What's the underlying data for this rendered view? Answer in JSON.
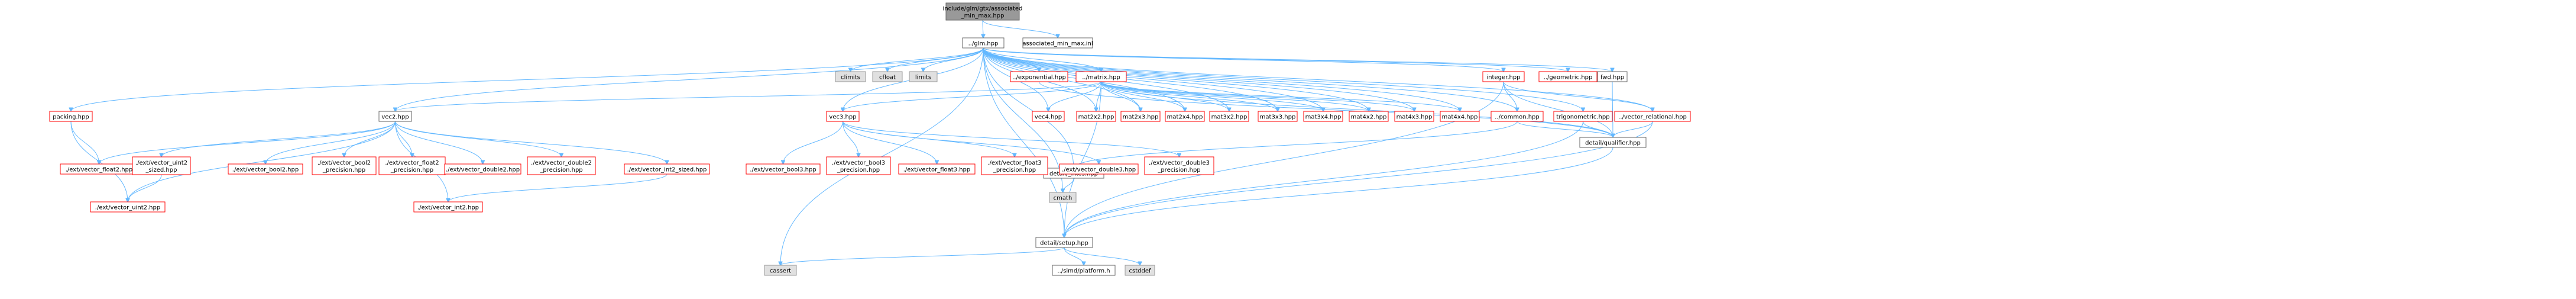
{
  "graph": {
    "title": "include/glm/gtx/associated_min_max.hpp",
    "colors": {
      "edge": "#63b8ff",
      "root_fill": "#999999",
      "normal_border": "#666666",
      "missing_border": "#ff0000",
      "external_fill": "#e0e0e0"
    },
    "nodes": [
      {
        "id": "root",
        "lines": [
          "include/glm/gtx/associated",
          "_min_max.hpp"
        ],
        "kind": "root"
      },
      {
        "id": "glm",
        "lines": [
          "../glm.hpp"
        ],
        "kind": "normal"
      },
      {
        "id": "inl",
        "lines": [
          "associated_min_max.inl"
        ],
        "kind": "normal"
      },
      {
        "id": "climits",
        "lines": [
          "climits"
        ],
        "kind": "gray"
      },
      {
        "id": "cfloat",
        "lines": [
          "cfloat"
        ],
        "kind": "gray"
      },
      {
        "id": "limits",
        "lines": [
          "limits"
        ],
        "kind": "gray"
      },
      {
        "id": "exponential",
        "lines": [
          "../exponential.hpp"
        ],
        "kind": "red"
      },
      {
        "id": "matrix",
        "lines": [
          "../matrix.hpp"
        ],
        "kind": "red"
      },
      {
        "id": "integer",
        "lines": [
          "integer.hpp"
        ],
        "kind": "red"
      },
      {
        "id": "geometric",
        "lines": [
          "../geometric.hpp"
        ],
        "kind": "red"
      },
      {
        "id": "fwd",
        "lines": [
          "fwd.hpp"
        ],
        "kind": "normal"
      },
      {
        "id": "packing",
        "lines": [
          "packing.hpp"
        ],
        "kind": "red"
      },
      {
        "id": "vec2",
        "lines": [
          "vec2.hpp"
        ],
        "kind": "normal"
      },
      {
        "id": "vec3",
        "lines": [
          "vec3.hpp"
        ],
        "kind": "red"
      },
      {
        "id": "vec4",
        "lines": [
          "vec4.hpp"
        ],
        "kind": "red"
      },
      {
        "id": "mat2x2",
        "lines": [
          "mat2x2.hpp"
        ],
        "kind": "red"
      },
      {
        "id": "mat2x3",
        "lines": [
          "mat2x3.hpp"
        ],
        "kind": "red"
      },
      {
        "id": "mat2x4",
        "lines": [
          "mat2x4.hpp"
        ],
        "kind": "red"
      },
      {
        "id": "mat3x2",
        "lines": [
          "mat3x2.hpp"
        ],
        "kind": "red"
      },
      {
        "id": "mat3x3",
        "lines": [
          "mat3x3.hpp"
        ],
        "kind": "red"
      },
      {
        "id": "mat3x4",
        "lines": [
          "mat3x4.hpp"
        ],
        "kind": "red"
      },
      {
        "id": "mat4x2",
        "lines": [
          "mat4x2.hpp"
        ],
        "kind": "red"
      },
      {
        "id": "mat4x3",
        "lines": [
          "mat4x3.hpp"
        ],
        "kind": "red"
      },
      {
        "id": "mat4x4",
        "lines": [
          "mat4x4.hpp"
        ],
        "kind": "red"
      },
      {
        "id": "common",
        "lines": [
          "../common.hpp"
        ],
        "kind": "red"
      },
      {
        "id": "trig",
        "lines": [
          "trigonometric.hpp"
        ],
        "kind": "red"
      },
      {
        "id": "vecrel",
        "lines": [
          "../vector_relational.hpp"
        ],
        "kind": "red"
      },
      {
        "id": "qualifier",
        "lines": [
          "detail/qualifier.hpp"
        ],
        "kind": "normal"
      },
      {
        "id": "fixes",
        "lines": [
          "detail/_fixes.hpp"
        ],
        "kind": "normal"
      },
      {
        "id": "cmath",
        "lines": [
          "cmath"
        ],
        "kind": "gray"
      },
      {
        "id": "setup",
        "lines": [
          "detail/setup.hpp"
        ],
        "kind": "normal"
      },
      {
        "id": "cassert",
        "lines": [
          "cassert"
        ],
        "kind": "gray"
      },
      {
        "id": "platform",
        "lines": [
          "../simd/platform.h"
        ],
        "kind": "normal"
      },
      {
        "id": "cstddef",
        "lines": [
          "cstddef"
        ],
        "kind": "gray"
      },
      {
        "id": "vf2",
        "lines": [
          "./ext/vector_float2.hpp"
        ],
        "kind": "red"
      },
      {
        "id": "vu2s",
        "lines": [
          "./ext/vector_uint2",
          "_sized.hpp"
        ],
        "kind": "red"
      },
      {
        "id": "vb2",
        "lines": [
          "./ext/vector_bool2.hpp"
        ],
        "kind": "red"
      },
      {
        "id": "vb2p",
        "lines": [
          "./ext/vector_bool2",
          "_precision.hpp"
        ],
        "kind": "red"
      },
      {
        "id": "vf2p",
        "lines": [
          "./ext/vector_float2",
          "_precision.hpp"
        ],
        "kind": "red"
      },
      {
        "id": "vd2",
        "lines": [
          "./ext/vector_double2.hpp"
        ],
        "kind": "red"
      },
      {
        "id": "vd2p",
        "lines": [
          "./ext/vector_double2",
          "_precision.hpp"
        ],
        "kind": "red"
      },
      {
        "id": "vi2s",
        "lines": [
          "./ext/vector_int2_sized.hpp"
        ],
        "kind": "red"
      },
      {
        "id": "vu2",
        "lines": [
          "./ext/vector_uint2.hpp"
        ],
        "kind": "red"
      },
      {
        "id": "vi2",
        "lines": [
          "./ext/vector_int2.hpp"
        ],
        "kind": "red"
      },
      {
        "id": "vb3",
        "lines": [
          "./ext/vector_bool3.hpp"
        ],
        "kind": "red"
      },
      {
        "id": "vb3p",
        "lines": [
          "./ext/vector_bool3",
          "_precision.hpp"
        ],
        "kind": "red"
      },
      {
        "id": "vf3",
        "lines": [
          "./ext/vector_float3.hpp"
        ],
        "kind": "red"
      },
      {
        "id": "vf3p",
        "lines": [
          "./ext/vector_float3",
          "_precision.hpp"
        ],
        "kind": "red"
      },
      {
        "id": "vd3",
        "lines": [
          "./ext/vector_double3.hpp"
        ],
        "kind": "red"
      },
      {
        "id": "vd3p",
        "lines": [
          "./ext/vector_double3",
          "_precision.hpp"
        ],
        "kind": "red"
      }
    ],
    "edges": [
      [
        "root",
        "glm"
      ],
      [
        "root",
        "inl"
      ],
      [
        "glm",
        "climits"
      ],
      [
        "glm",
        "cfloat"
      ],
      [
        "glm",
        "limits"
      ],
      [
        "glm",
        "exponential"
      ],
      [
        "glm",
        "matrix"
      ],
      [
        "glm",
        "integer"
      ],
      [
        "glm",
        "geometric"
      ],
      [
        "glm",
        "fwd"
      ],
      [
        "glm",
        "packing"
      ],
      [
        "glm",
        "vec2"
      ],
      [
        "glm",
        "vec3"
      ],
      [
        "glm",
        "vec4"
      ],
      [
        "glm",
        "mat2x2"
      ],
      [
        "glm",
        "mat2x3"
      ],
      [
        "glm",
        "mat2x4"
      ],
      [
        "glm",
        "mat3x2"
      ],
      [
        "glm",
        "mat3x3"
      ],
      [
        "glm",
        "mat3x4"
      ],
      [
        "glm",
        "mat4x2"
      ],
      [
        "glm",
        "mat4x3"
      ],
      [
        "glm",
        "mat4x4"
      ],
      [
        "glm",
        "common"
      ],
      [
        "glm",
        "trig"
      ],
      [
        "glm",
        "vecrel"
      ],
      [
        "glm",
        "setup"
      ],
      [
        "glm",
        "cassert"
      ],
      [
        "glm",
        "cmath"
      ],
      [
        "glm",
        "fixes"
      ],
      [
        "exponential",
        "qualifier"
      ],
      [
        "matrix",
        "vec2"
      ],
      [
        "matrix",
        "vec3"
      ],
      [
        "matrix",
        "vec4"
      ],
      [
        "matrix",
        "mat2x2"
      ],
      [
        "matrix",
        "mat2x3"
      ],
      [
        "matrix",
        "mat2x4"
      ],
      [
        "matrix",
        "mat3x2"
      ],
      [
        "matrix",
        "mat3x3"
      ],
      [
        "matrix",
        "mat3x4"
      ],
      [
        "matrix",
        "mat4x2"
      ],
      [
        "matrix",
        "mat4x3"
      ],
      [
        "matrix",
        "mat4x4"
      ],
      [
        "matrix",
        "setup"
      ],
      [
        "matrix",
        "qualifier"
      ],
      [
        "integer",
        "common"
      ],
      [
        "integer",
        "qualifier"
      ],
      [
        "integer",
        "vecrel"
      ],
      [
        "integer",
        "setup"
      ],
      [
        "fwd",
        "qualifier"
      ],
      [
        "common",
        "fixes"
      ],
      [
        "common",
        "qualifier"
      ],
      [
        "trig",
        "qualifier"
      ],
      [
        "trig",
        "setup"
      ],
      [
        "vecrel",
        "qualifier"
      ],
      [
        "vecrel",
        "setup"
      ],
      [
        "qualifier",
        "setup"
      ],
      [
        "fixes",
        "cmath"
      ],
      [
        "setup",
        "cassert"
      ],
      [
        "setup",
        "platform"
      ],
      [
        "setup",
        "cstddef"
      ],
      [
        "packing",
        "vf2"
      ],
      [
        "packing",
        "vu2"
      ],
      [
        "vec2",
        "vf2"
      ],
      [
        "vec2",
        "vu2s"
      ],
      [
        "vec2",
        "vb2"
      ],
      [
        "vec2",
        "vb2p"
      ],
      [
        "vec2",
        "vf2p"
      ],
      [
        "vec2",
        "vd2"
      ],
      [
        "vec2",
        "vd2p"
      ],
      [
        "vec2",
        "vi2s"
      ],
      [
        "vec2",
        "vi2"
      ],
      [
        "vec2",
        "vu2"
      ],
      [
        "vu2s",
        "vu2"
      ],
      [
        "vi2s",
        "vi2"
      ],
      [
        "vec3",
        "vb3"
      ],
      [
        "vec3",
        "vb3p"
      ],
      [
        "vec3",
        "vf3"
      ],
      [
        "vec3",
        "vf3p"
      ],
      [
        "vec3",
        "vd3"
      ],
      [
        "vec3",
        "vd3p"
      ]
    ]
  }
}
